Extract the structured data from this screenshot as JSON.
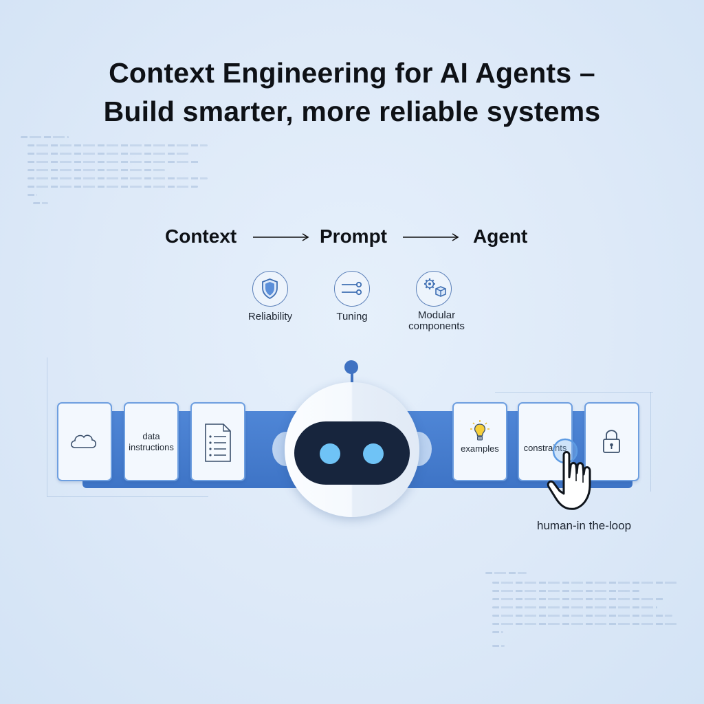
{
  "title": {
    "line1": "Context Engineering for AI Agents –",
    "line2": "Build smarter, more reliable systems"
  },
  "flow": {
    "step1": "Context",
    "step2": "Prompt",
    "step3": "Agent"
  },
  "features": [
    {
      "label": "Reliability",
      "icon": "shield-icon"
    },
    {
      "label": "Tuning",
      "icon": "sliders-icon"
    },
    {
      "label": "Modular",
      "label2": "components",
      "icon": "gear-cube-icon"
    }
  ],
  "cards": {
    "data_line1": "data",
    "data_line2": "instructions",
    "examples": "examples",
    "constraints": "constraints"
  },
  "card_icons": [
    "cloud-icon",
    "document-list-icon",
    "lightbulb-icon",
    "padlock-icon"
  ],
  "human_in_the_loop": "human-in the-loop",
  "colors": {
    "band": "#3e74c6",
    "card_border": "#6e9fe0",
    "robot_visor": "#17253d",
    "robot_eyes": "#6fc3f6",
    "icon_stroke": "#5a7fb8"
  }
}
